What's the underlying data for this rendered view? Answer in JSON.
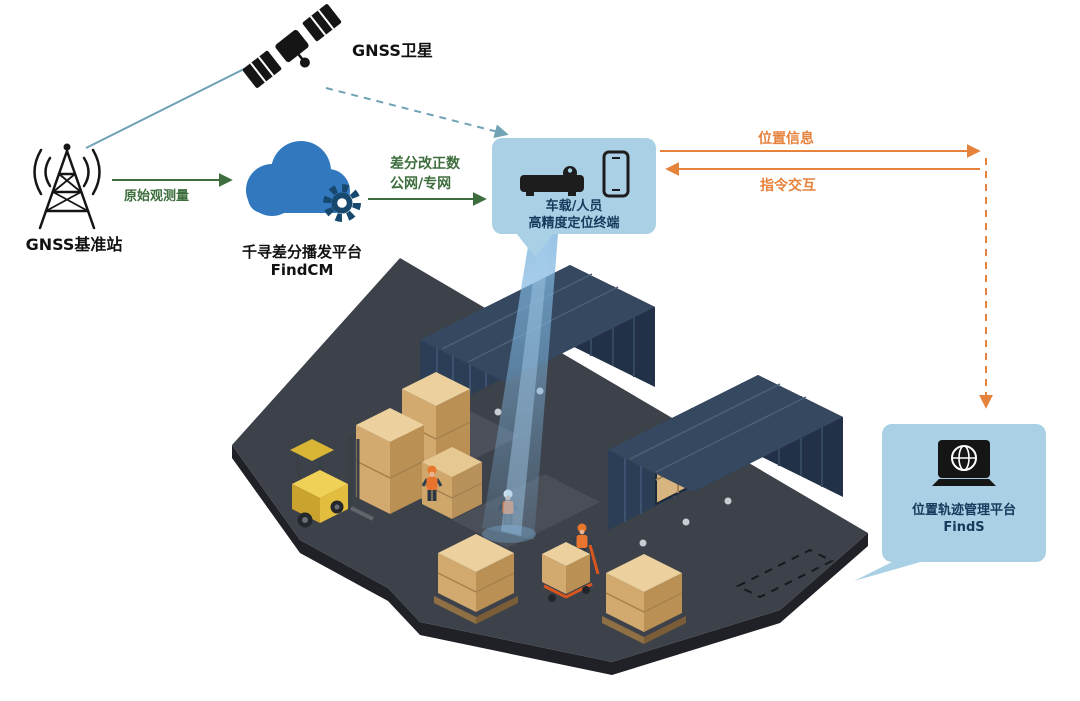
{
  "nodes": {
    "satellite": {
      "label": "GNSS卫星"
    },
    "base_station": {
      "label": "GNSS基准站"
    },
    "cloud_platform": {
      "name": "千寻差分播发平台",
      "product": "FindCM"
    },
    "terminal": {
      "line1": "车载/人员",
      "line2": "高精度定位终端"
    },
    "management_platform": {
      "name": "位置轨迹管理平台",
      "product": "FindS"
    }
  },
  "links": {
    "raw_observation": {
      "label": "原始观测量"
    },
    "correction": {
      "line1": "差分改正数",
      "line2": "公网/专网"
    },
    "location_info": {
      "label": "位置信息"
    },
    "command_interaction": {
      "label": "指令交互"
    }
  },
  "icons": {
    "satellite": "satellite-icon",
    "base_station": "radio-tower-icon",
    "cloud": "cloud-gear-icon",
    "terminal": "receiver-icon + smartphone-icon",
    "management_platform": "laptop-globe-icon",
    "scene": "isometric-warehouse-yard"
  },
  "colors": {
    "bubble_blue": "#a9d0e5",
    "label_navy": "#17395c",
    "link_green": "#3e6e3e",
    "link_orange": "#e5823c",
    "link_teal": "#6fa3b5",
    "cloud_blue": "#3178be",
    "gear_navy": "#17496f",
    "ground_dark": "#3d414a",
    "container_navy": "#2c3d56",
    "crate_tan": "#d2a96e",
    "forklift_yellow": "#e3bd3d",
    "beam_blue": "#7fb6e0"
  }
}
